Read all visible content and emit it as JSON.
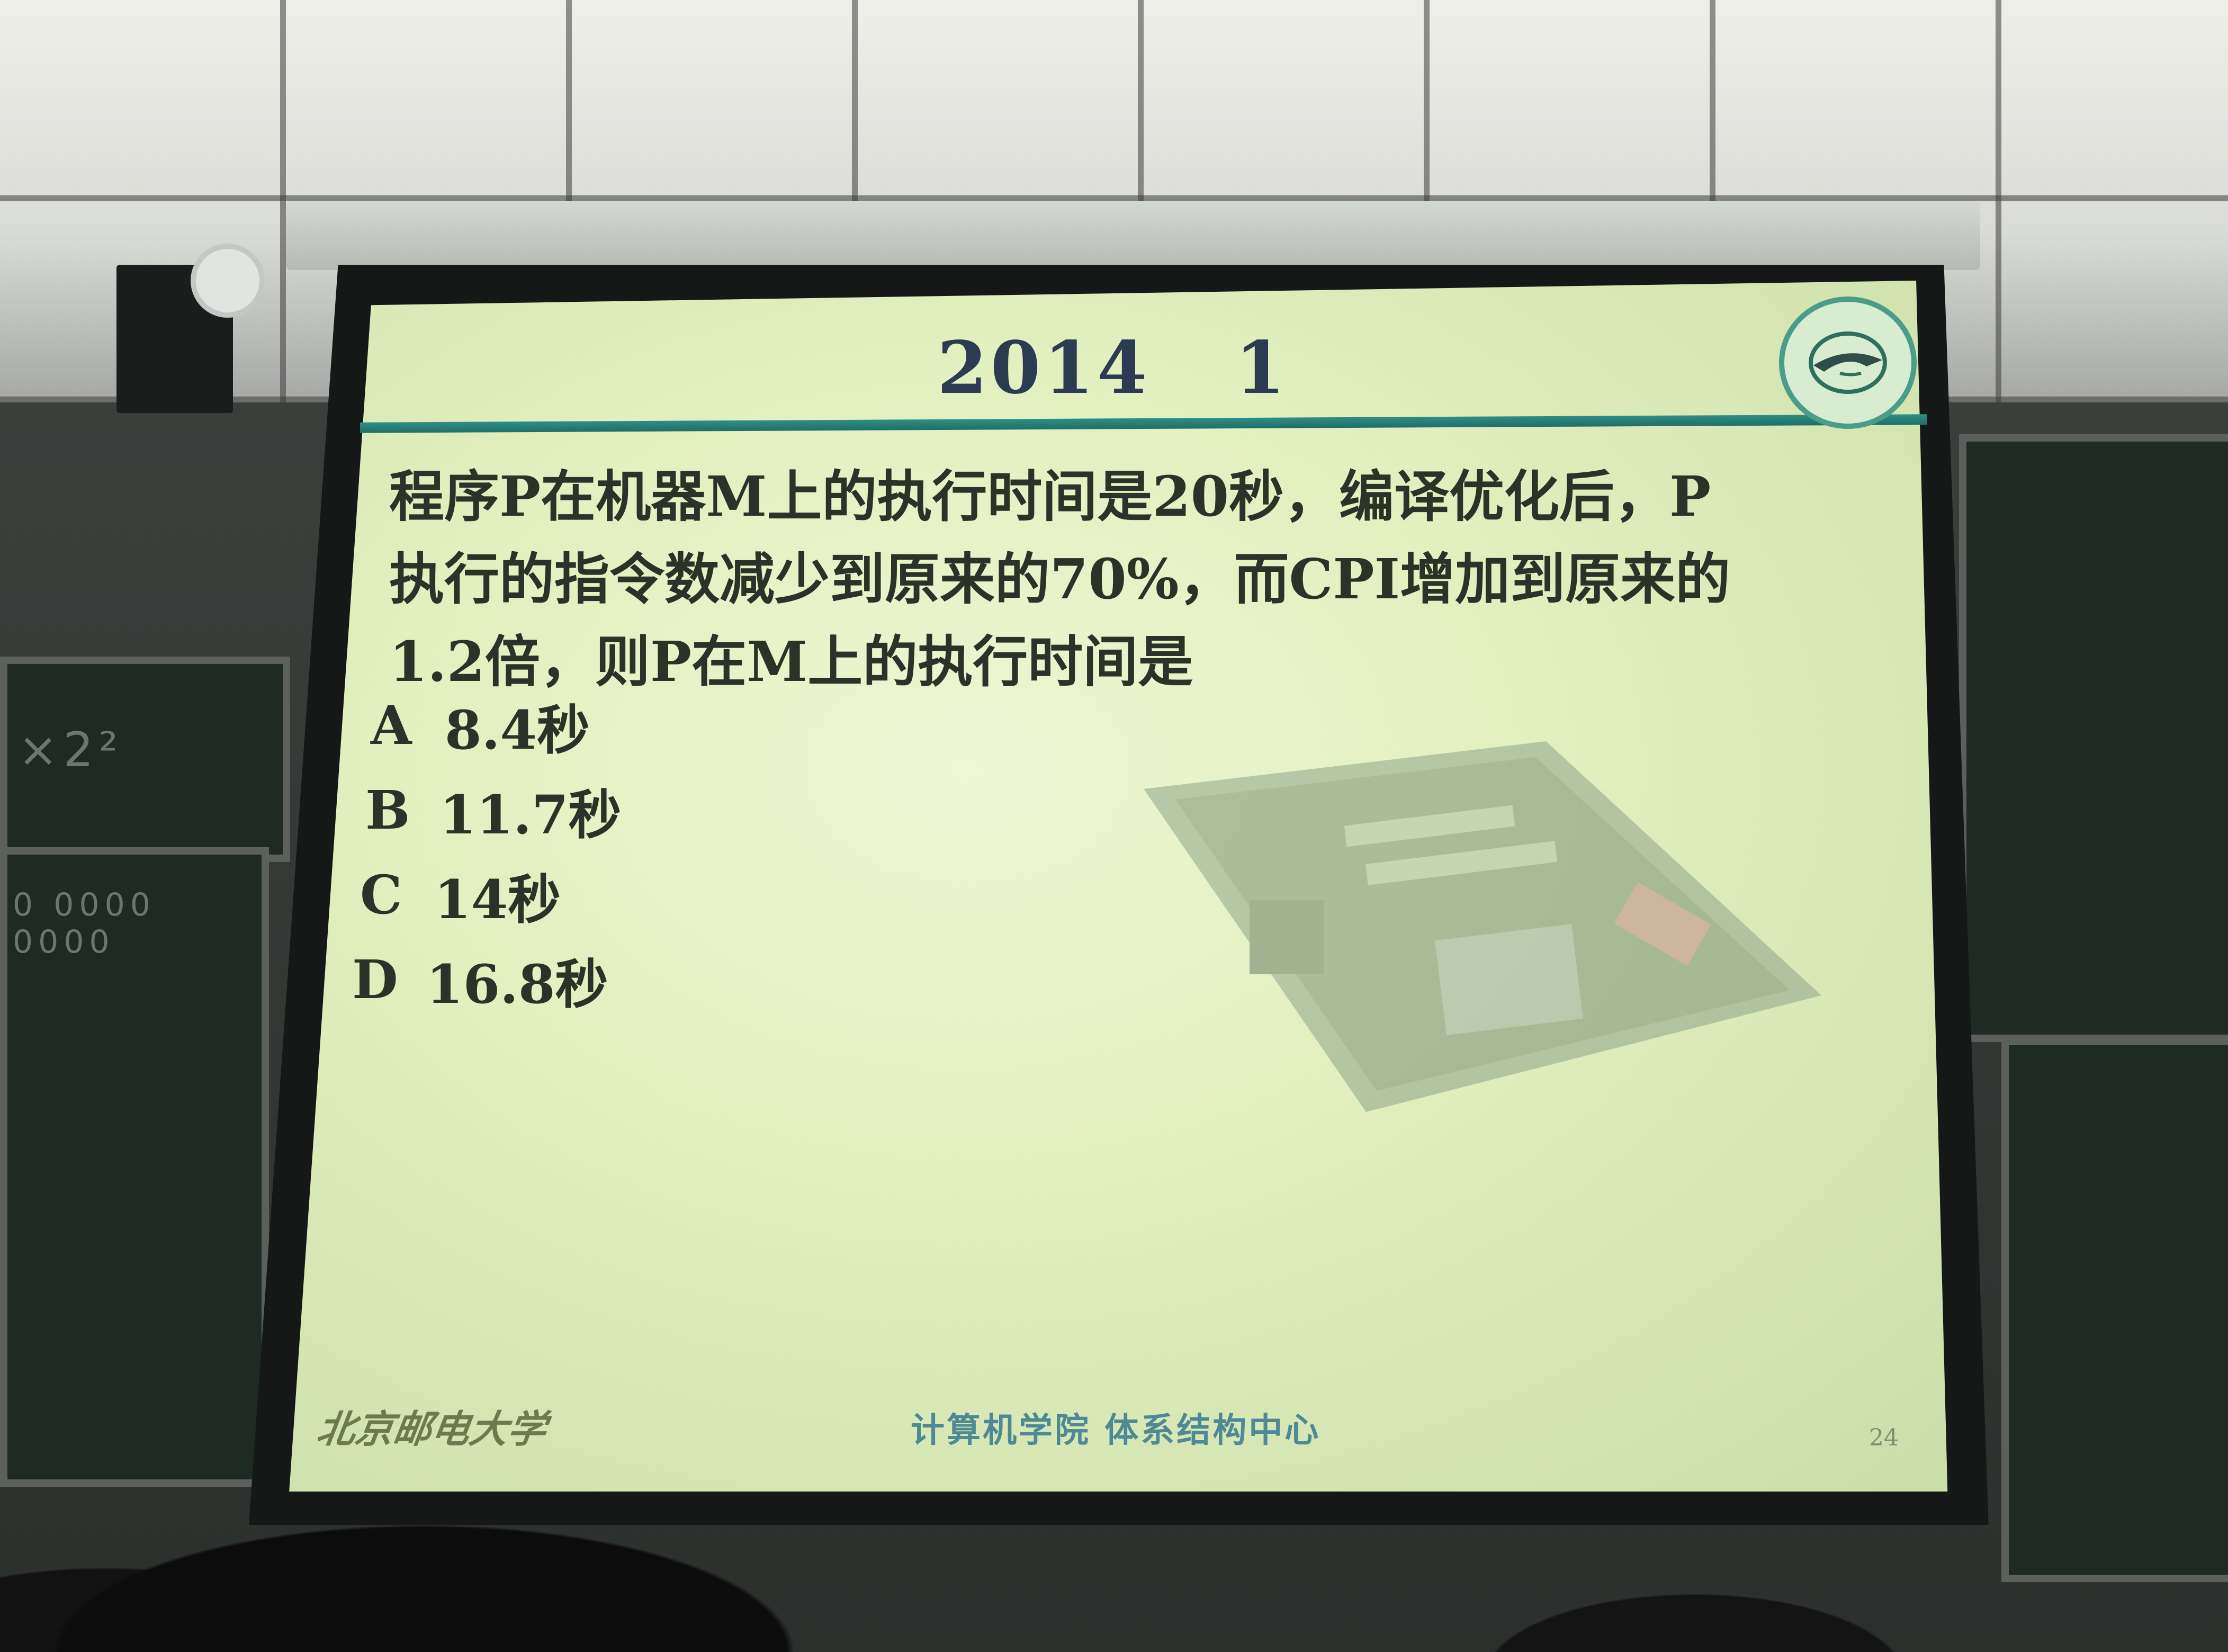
{
  "slide": {
    "title": "2014   1",
    "question_lines": [
      "程序P在机器M上的执行时间是20秒，编译优化后，P",
      "执行的指令数减少到原来的70%，而CPI增加到原来的",
      "1.2倍，则P在M上的执行时间是"
    ],
    "options": [
      {
        "letter": "A",
        "text": "8.4秒"
      },
      {
        "letter": "B",
        "text": "11.7秒"
      },
      {
        "letter": "C",
        "text": "14秒"
      },
      {
        "letter": "D",
        "text": "16.8秒"
      }
    ],
    "footer_left": "北京邮电大学",
    "footer_center": "计算机学院 体系结构中心",
    "page_number": "24"
  },
  "chalkboard": {
    "left_text_1": "×2²",
    "left_text_2": "0 0000 0000"
  },
  "colors": {
    "slide_background": "#e6f0c4",
    "title_text": "#2c3a52",
    "title_rule": "#2f8e87",
    "body_text": "#2b3328",
    "footer_center": "#4d8a95"
  }
}
